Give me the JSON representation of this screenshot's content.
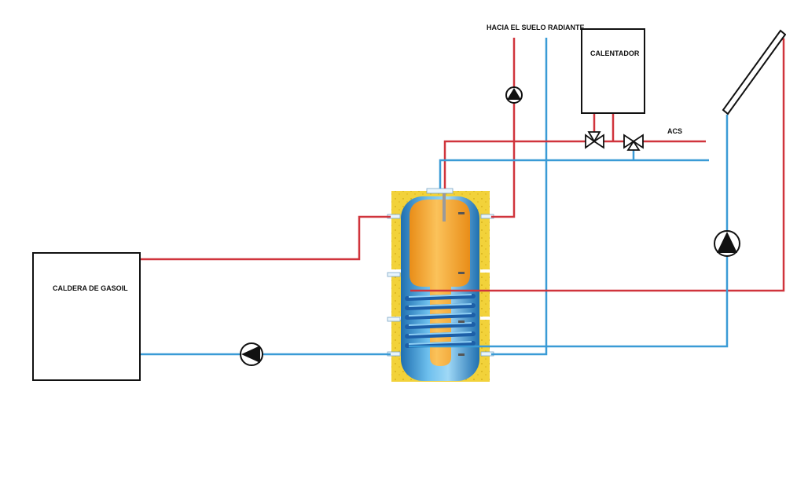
{
  "labels": {
    "boiler": "CALDERA DE GASOIL",
    "heater": "CALENTADOR",
    "floor_heating": "HACIA EL SUELO RADIANTE",
    "dhw": "ACS"
  },
  "colors": {
    "hot_pipe": "#d0343c",
    "cold_pipe": "#3a9bd6",
    "insulation": "#f2d23a",
    "tank_shell": "#2a86c8",
    "inner_tank": "#f0a12a",
    "outline": "#111111"
  },
  "icons": [
    "pump-icon",
    "three-way-valve-icon",
    "solar-collector-icon",
    "tank-icon"
  ]
}
